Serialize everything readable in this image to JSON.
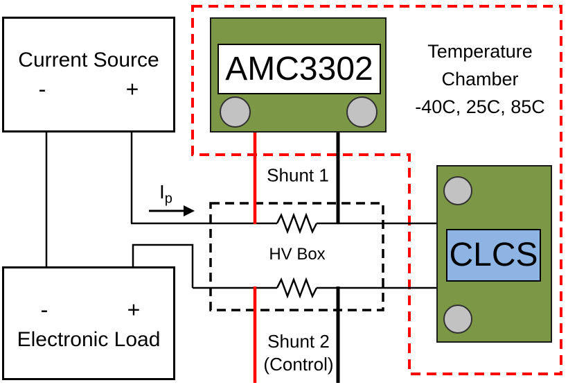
{
  "colors": {
    "board_green": "#7C9846",
    "clcs_blue": "#8DB4E2",
    "hole_gray": "#C2C2C2",
    "wire_red": "#FF0000",
    "wire_black": "#000000"
  },
  "blocks": {
    "current_source": {
      "label": "Current Source",
      "minus": "-",
      "plus": "+"
    },
    "electronic_load": {
      "label": "Electronic Load",
      "minus": "-",
      "plus": "+"
    },
    "amc_board": {
      "label": "AMC3302"
    },
    "clcs_board": {
      "label": "CLCS"
    },
    "hv_box": {
      "label": "HV Box"
    },
    "temperature_chamber": {
      "line1": "Temperature",
      "line2": "Chamber",
      "line3": "-40C, 25C, 85C"
    }
  },
  "annotations": {
    "shunt1": "Shunt 1",
    "shunt2_line1": "Shunt 2",
    "shunt2_line2": "(Control)",
    "current_label": "I",
    "current_subscript": "p"
  }
}
